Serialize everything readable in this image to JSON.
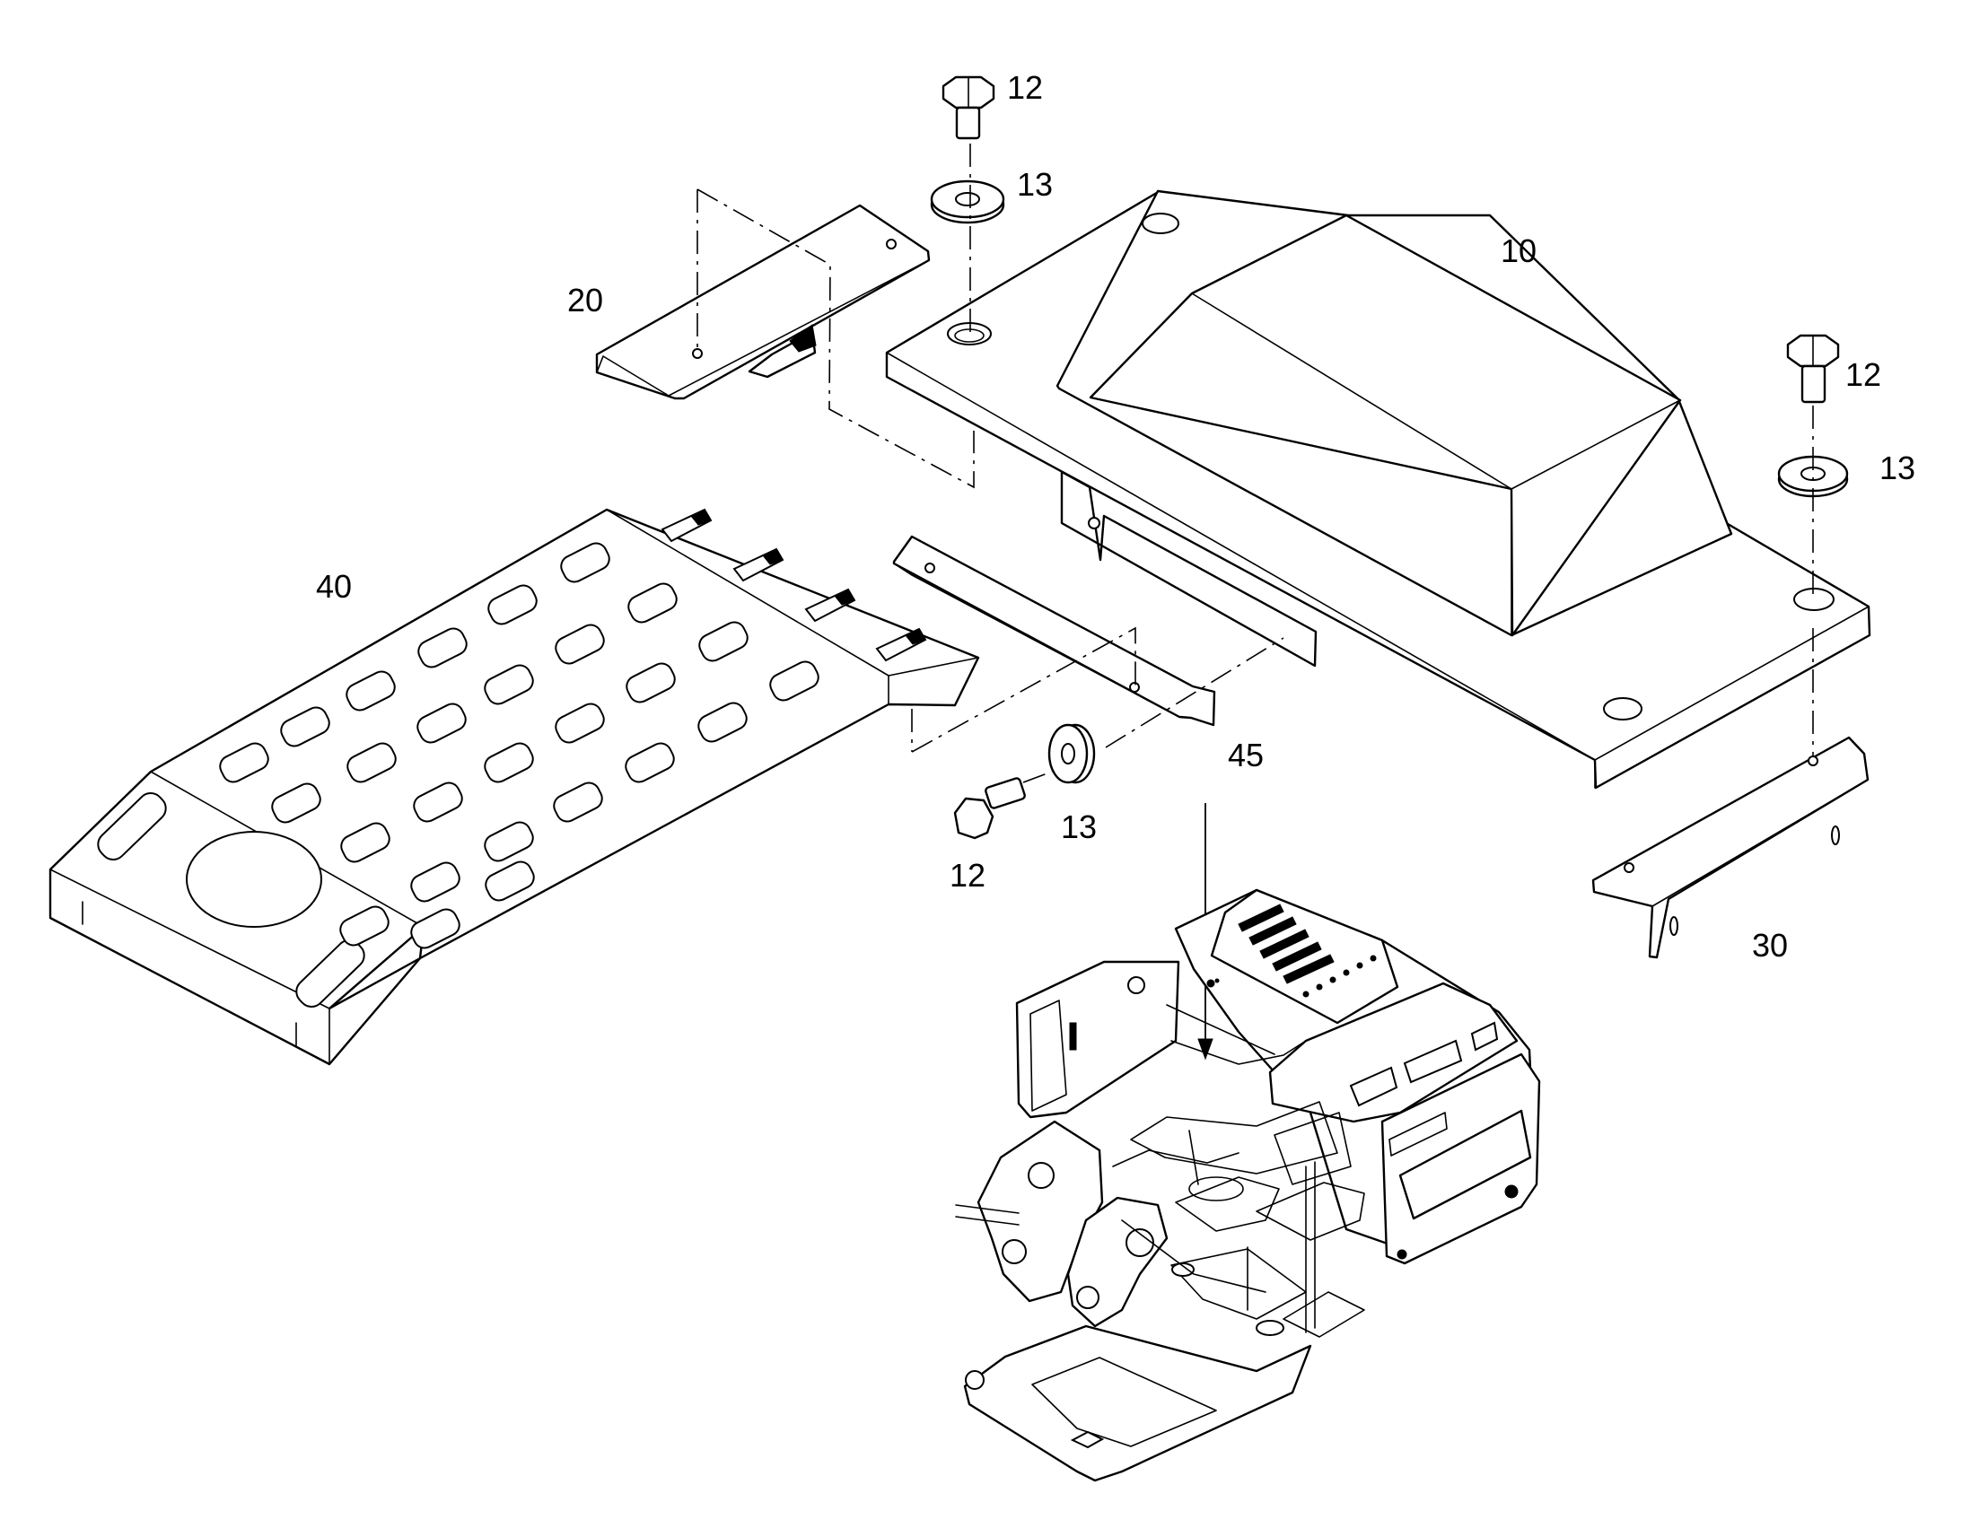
{
  "diagram": {
    "callouts": {
      "c10": "10",
      "c12a": "12",
      "c13a": "13",
      "c20": "20",
      "c12b": "12",
      "c13b": "13",
      "c40": "40",
      "c45": "45",
      "c13c": "13",
      "c12c": "12",
      "c30": "30"
    }
  }
}
